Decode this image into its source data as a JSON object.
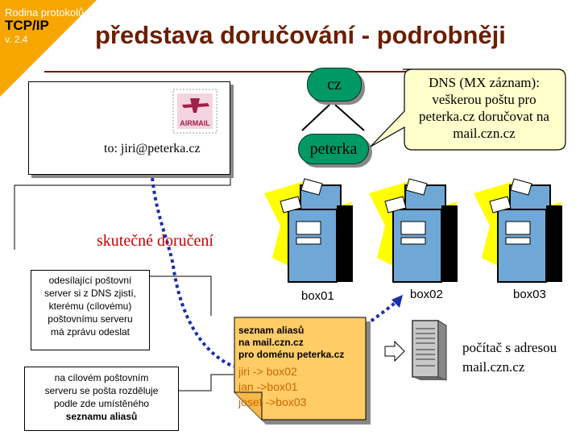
{
  "badge": {
    "subtitle": "Rodina protokolů",
    "name": "TCP/IP",
    "version": "v. 2.4"
  },
  "title": "představa doručování - podrobněji",
  "envelope": {
    "address": "to: jiri@peterka.cz",
    "stamp_text": "AIRMAIL"
  },
  "dns_tree": {
    "root": "cz",
    "child": "peterka"
  },
  "dns_callout": {
    "lines": [
      "DNS (MX záznam):",
      "veškerou poštu pro",
      "peterka.cz doručovat na",
      "mail.czn.cz"
    ]
  },
  "delivery_label": "skutečné doručení",
  "mailboxes": [
    "box01",
    "box02",
    "box03"
  ],
  "note_sender": {
    "lines": [
      "odesílající poštovní",
      "server si z DNS zjistí,",
      "kterému (cílovému)",
      "poštovnímu serveru",
      "má zprávu odeslat"
    ]
  },
  "note_target": {
    "lines": [
      "na cílovém poštovním",
      "serveru se pošta rozděluje",
      "podle zde umístěného"
    ],
    "bold": "seznamu aliasů"
  },
  "alias_list": {
    "header": [
      "seznam aliasů",
      "na mail.czn.cz",
      "pro doménu peterka.cz"
    ],
    "entries": [
      "jiri -> box02",
      "jan ->box01",
      "josef ->box03"
    ]
  },
  "server": {
    "lines": [
      "počítač s adresou",
      "mail.czn.cz"
    ]
  },
  "colors": {
    "accent": "#f7a600",
    "title": "#6b1e00",
    "node": "#009966",
    "callout": "#ffffcc",
    "alias_bg": "#ffcc66",
    "alias_text": "#cc6600",
    "delivery": "#cc0000",
    "arrow": "#1a2fa8"
  }
}
